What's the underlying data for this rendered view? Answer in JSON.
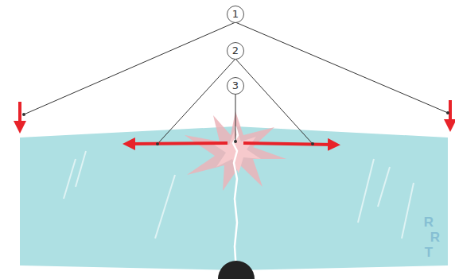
{
  "diagram": {
    "labels": [
      "1",
      "2",
      "3",
      "R",
      "R",
      "T"
    ]
  }
}
